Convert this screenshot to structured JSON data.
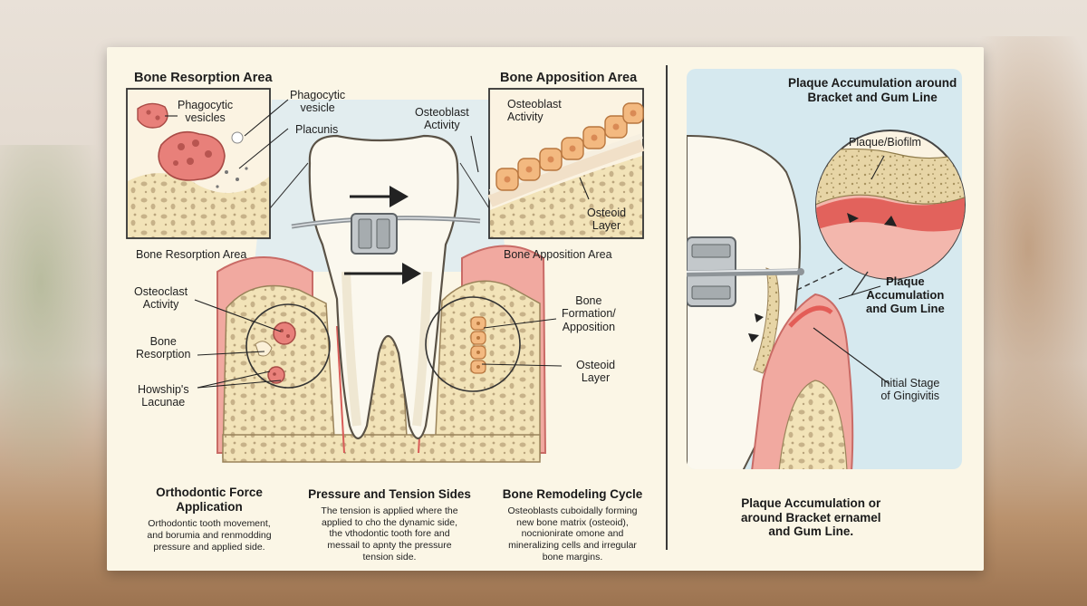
{
  "left_panel": {
    "inset_resorption_title": "Bone Resorption Area",
    "inset_apposition_title": "Bone Apposition Area",
    "labels": {
      "phagocytic_vesicles": "Phagocytic\nvesicles",
      "phagocytic_vesicle": "Phagocytic\nvesicle",
      "placunis": "Placunis",
      "osteoblast_activity_outer": "Osteoblast\nActivity",
      "osteoblast_activity_inner": "Osteoblast\nActivity",
      "osteoid_layer_inset": "Osteoid\nLayer",
      "bone_resorption_area": "Bone Resorption Area",
      "bone_apposition_area": "Bone Apposition Area",
      "osteoclast_activity": "Osteoclast\nActivity",
      "bone_resorption": "Bone\nResorption",
      "howships_lacunae": "Howship's\nLacunae",
      "bone_formation": "Bone\nFormation/\nApposition",
      "osteoid_layer": "Osteoid\nLayer"
    },
    "captions": [
      {
        "title": "Orthodontic Force\nApplication",
        "body": "Orthodontic tooth movement,\nand borumia and renmodding\npressure and applied side."
      },
      {
        "title": "Pressure and Tension Sides",
        "body": "The tension is applied where the\napplied to cho the dynamic side,\nthe vthodontic tooth fore and\nmessail to apnty the pressure\ntension side."
      },
      {
        "title": "Bone Remodeling Cycle",
        "body": "Osteoblasts cuboidally forming\nnew bone matrix (osteoid),\nnocnionirate omone and\nmineralizing cells and irregular\nbone margins."
      }
    ]
  },
  "right_panel": {
    "title": "Plaque Accumulation around\nBracket and Gum Line",
    "labels": {
      "plaque_biofilm": "Plaque/Biofilm",
      "plaque_gum_line": "Plaque\nAccumulation\nand Gum Line",
      "initial_gingivitis": "Initial Stage\nof Gingivitis"
    },
    "caption": "Plaque Accumulation or\naround Bracket ernamel\nand Gum Line."
  },
  "colors": {
    "gum": "#f1a9a0",
    "gum_dark": "#de7a75",
    "bone": "#f2e3b8",
    "bone_spot": "#c7b289",
    "tooth": "#fbf8ee",
    "osteoclast": "#e8807a",
    "osteoblast": "#f3b980",
    "panel_blue": "#d6e9ef",
    "metal": "#9aa0a4"
  }
}
